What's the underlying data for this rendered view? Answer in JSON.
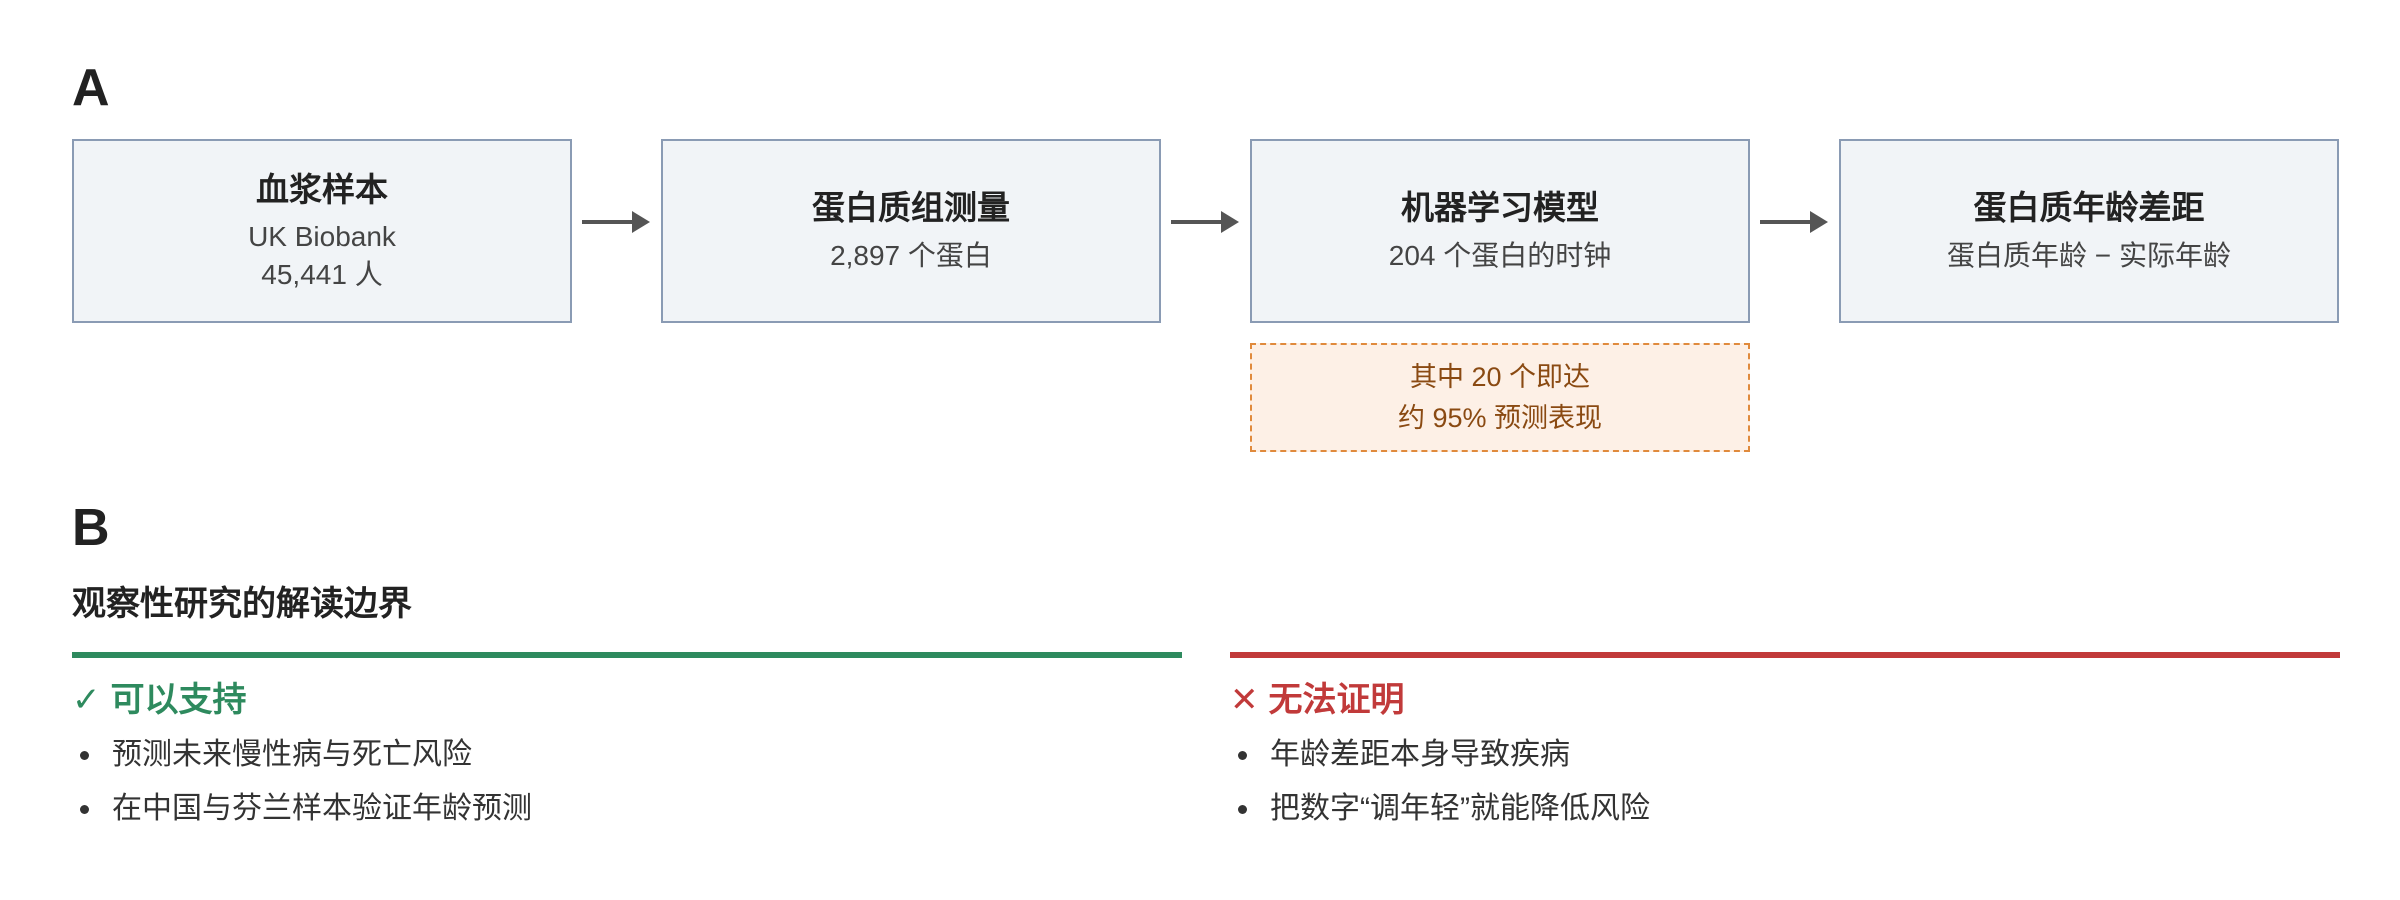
{
  "panel_a": {
    "label": "A",
    "boxes": [
      {
        "title": "血浆样本",
        "lines": [
          "UK Biobank",
          "45,441 人"
        ]
      },
      {
        "title": "蛋白质组测量",
        "lines": [
          "2,897 个蛋白"
        ]
      },
      {
        "title": "机器学习模型",
        "lines": [
          "204 个蛋白的时钟"
        ]
      },
      {
        "title": "蛋白质年龄差距",
        "lines": [
          "蛋白质年龄 − 实际年龄"
        ]
      }
    ],
    "note": {
      "lines": [
        "其中 20 个即达",
        "约 95% 预测表现"
      ]
    },
    "colors": {
      "box_fill": "#f1f4f7",
      "box_border": "#8a9bb4",
      "arrow": "#555555",
      "note_fill": "#fdf0e6",
      "note_border": "#e08a3c",
      "note_text": "#8a4a12"
    }
  },
  "panel_b": {
    "label": "B",
    "title": "观察性研究的解读边界",
    "support": {
      "mark": "✓",
      "heading": "可以支持",
      "color": "#2e8a5e",
      "items": [
        "预测未来慢性病与死亡风险",
        "在中国与芬兰样本验证年龄预测"
      ]
    },
    "refute": {
      "mark": "✕",
      "heading": "无法证明",
      "color": "#c13a3a",
      "items": [
        "年龄差距本身导致疾病",
        "把数字“调年轻”就能降低风险"
      ]
    }
  }
}
